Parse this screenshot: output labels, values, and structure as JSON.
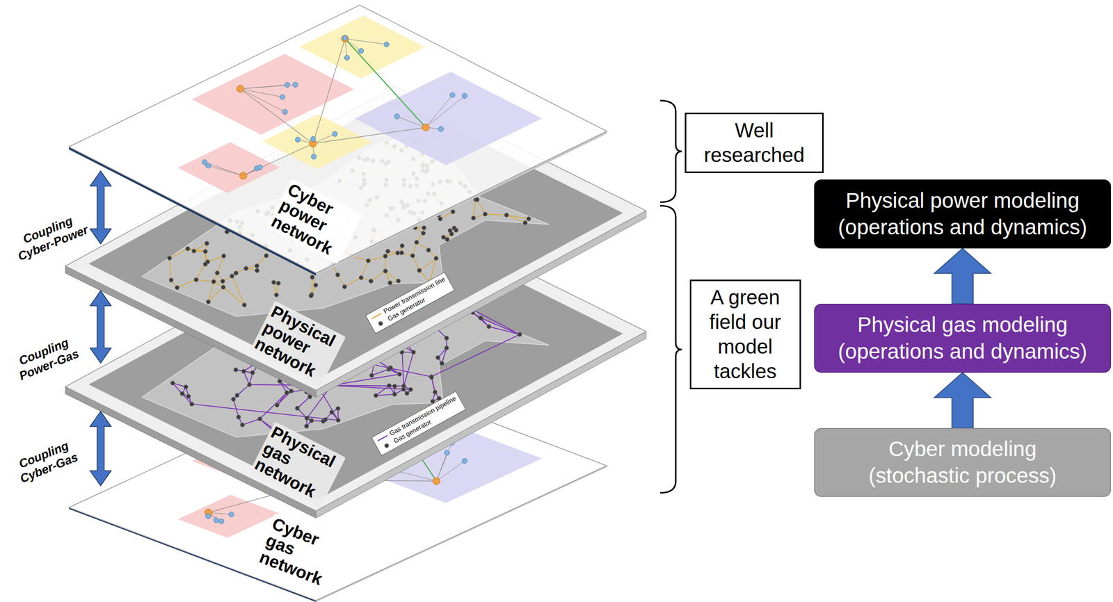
{
  "diagram": {
    "nodes": [
      {
        "text": [
          "Well researched"
        ]
      },
      {
        "text": [
          "A green field our model tackles"
        ]
      },
      {
        "text": [
          "Physical power modeling",
          "(operations and dynamics)"
        ]
      },
      {
        "text": [
          "Physical gas modeling",
          "(operations and dynamics)"
        ]
      },
      {
        "text": [
          "Cyber modeling",
          "(stochastic process)"
        ]
      }
    ],
    "edges": [
      {
        "from": 4,
        "to": 3,
        "arrow": "to"
      },
      {
        "from": 3,
        "to": 2,
        "arrow": "to"
      }
    ],
    "labels": [
      "Coupling Cyber-Power",
      "Coupling Power-Gas",
      "Coupling Cyber-Gas",
      "Cyber power network",
      "Physical power network",
      "Physical gas network",
      "Cyber gas network"
    ],
    "legend": [
      {
        "text": "Power transmission line"
      },
      {
        "text": "Gas generator"
      },
      {
        "text": "Gas transmission pipeline"
      },
      {
        "text": "Gas generator"
      }
    ]
  }
}
